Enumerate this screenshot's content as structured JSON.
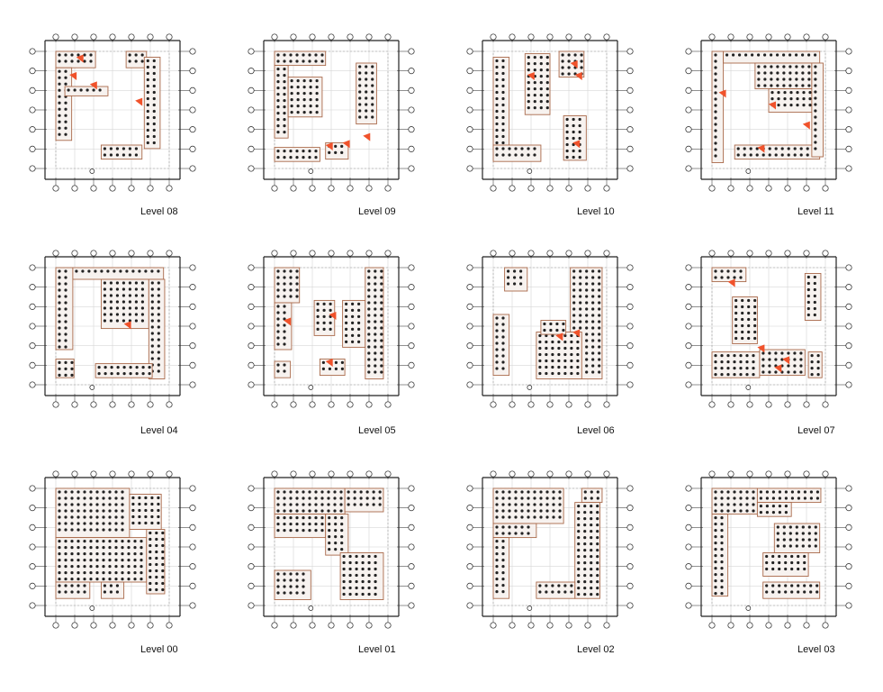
{
  "colors": {
    "line": "#222222",
    "grid": "#d6d6d6",
    "wall": "#a9694a",
    "accent": "#f0522b",
    "paper": "#ffffff"
  },
  "plans": [
    {
      "id": "level-08",
      "label": "Level 08"
    },
    {
      "id": "level-09",
      "label": "Level 09"
    },
    {
      "id": "level-10",
      "label": "Level 10"
    },
    {
      "id": "level-11",
      "label": "Level 11"
    },
    {
      "id": "level-04",
      "label": "Level 04"
    },
    {
      "id": "level-05",
      "label": "Level 05"
    },
    {
      "id": "level-06",
      "label": "Level 06"
    },
    {
      "id": "level-07",
      "label": "Level 07"
    },
    {
      "id": "level-00",
      "label": "Level 00"
    },
    {
      "id": "level-01",
      "label": "Level 01"
    },
    {
      "id": "level-02",
      "label": "Level 02"
    },
    {
      "id": "level-03",
      "label": "Level 03"
    }
  ]
}
